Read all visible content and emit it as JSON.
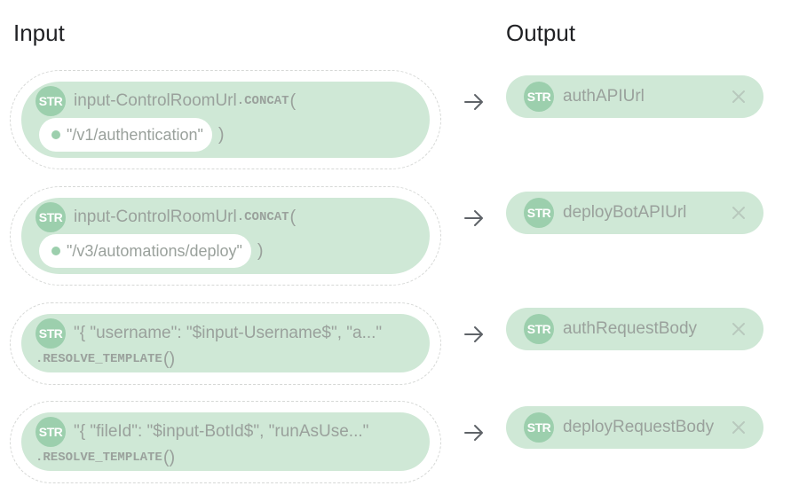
{
  "headings": {
    "input": "Input",
    "output": "Output"
  },
  "type_badge": "STR",
  "rows": [
    {
      "input": {
        "kind": "concat",
        "variable": "input-ControlRoomUrl",
        "func": ".CONCAT",
        "arg": "\"/v1/authentication\""
      },
      "output": {
        "name": "authAPIUrl"
      }
    },
    {
      "input": {
        "kind": "concat",
        "variable": "input-ControlRoomUrl",
        "func": ".CONCAT",
        "arg": "\"/v3/automations/deploy\""
      },
      "output": {
        "name": "deployBotAPIUrl"
      }
    },
    {
      "input": {
        "kind": "template",
        "value": "\"{ \"username\": \"$input-Username$\", \"a...\"",
        "func": ".RESOLVE_TEMPLATE"
      },
      "output": {
        "name": "authRequestBody"
      }
    },
    {
      "input": {
        "kind": "template",
        "value": "\"{ \"fileId\": \"$input-BotId$\", \"runAsUse...\"",
        "func": ".RESOLVE_TEMPLATE"
      },
      "output": {
        "name": "deployRequestBody"
      }
    }
  ]
}
